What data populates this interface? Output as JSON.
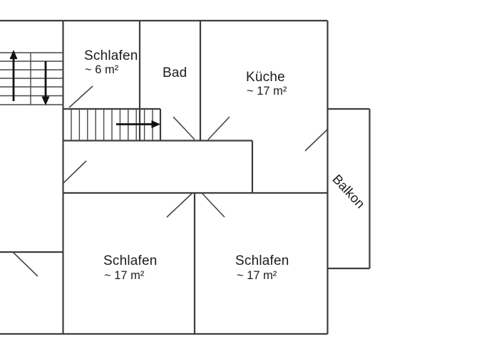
{
  "plan": {
    "colors": {
      "background": "#ffffff",
      "wall": "#3d3d3d",
      "stair": "#474747",
      "door": "#454545",
      "arrow": "#111111",
      "text": "#1c1c1c"
    },
    "labels": {
      "schlafen_small": {
        "name": "Schlafen",
        "area": "~ 6 m²"
      },
      "bad": {
        "name": "Bad"
      },
      "kueche": {
        "name": "Küche",
        "area": "~ 17 m²"
      },
      "balkon": {
        "name": "Balkon"
      },
      "schlafen_bottom_left": {
        "name": "Schlafen",
        "area": "~ 17 m²"
      },
      "schlafen_bottom_right": {
        "name": "Schlafen",
        "area": "~ 17 m²"
      }
    }
  }
}
